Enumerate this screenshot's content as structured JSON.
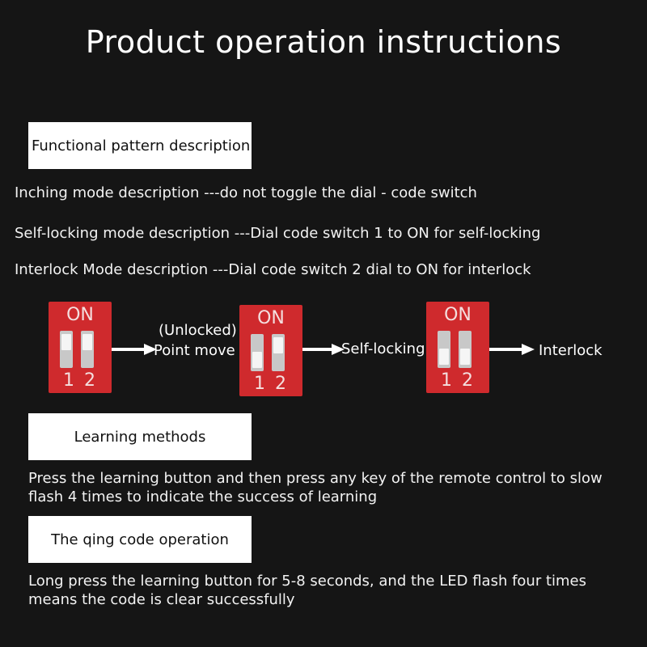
{
  "title": "Product operation instructions",
  "functional": {
    "header": "Functional pattern description",
    "lines": [
      "Inching mode description ---do not toggle the dial - code switch",
      "Self-locking mode description ---Dial code switch 1 to ON for self-locking",
      "Interlock Mode description ---Dial code switch 2 dial to ON for interlock"
    ]
  },
  "diagram": {
    "switch_on_label": "ON",
    "switch_numbers": [
      "1",
      "2"
    ],
    "switches": [
      {
        "switch1": "off",
        "switch2": "off"
      },
      {
        "switch1": "on",
        "switch2": "off"
      },
      {
        "switch1": "on",
        "switch2": "on"
      }
    ],
    "label_unlocked": "(Unlocked)",
    "label_point_move": "Point move",
    "label_self_locking": "Self-locking",
    "label_interlock": "Interlock"
  },
  "learning": {
    "header": "Learning methods",
    "text": "Press the learning button and then press any key of the remote control to slow flash 4 times to indicate the success of learning"
  },
  "clear": {
    "header": "The qing code operation",
    "text": "Long press the learning button for 5-8 seconds, and the LED flash four times means the code is clear successfully"
  },
  "colors": {
    "background": "#151515",
    "switch_red": "#cf2a2d"
  }
}
